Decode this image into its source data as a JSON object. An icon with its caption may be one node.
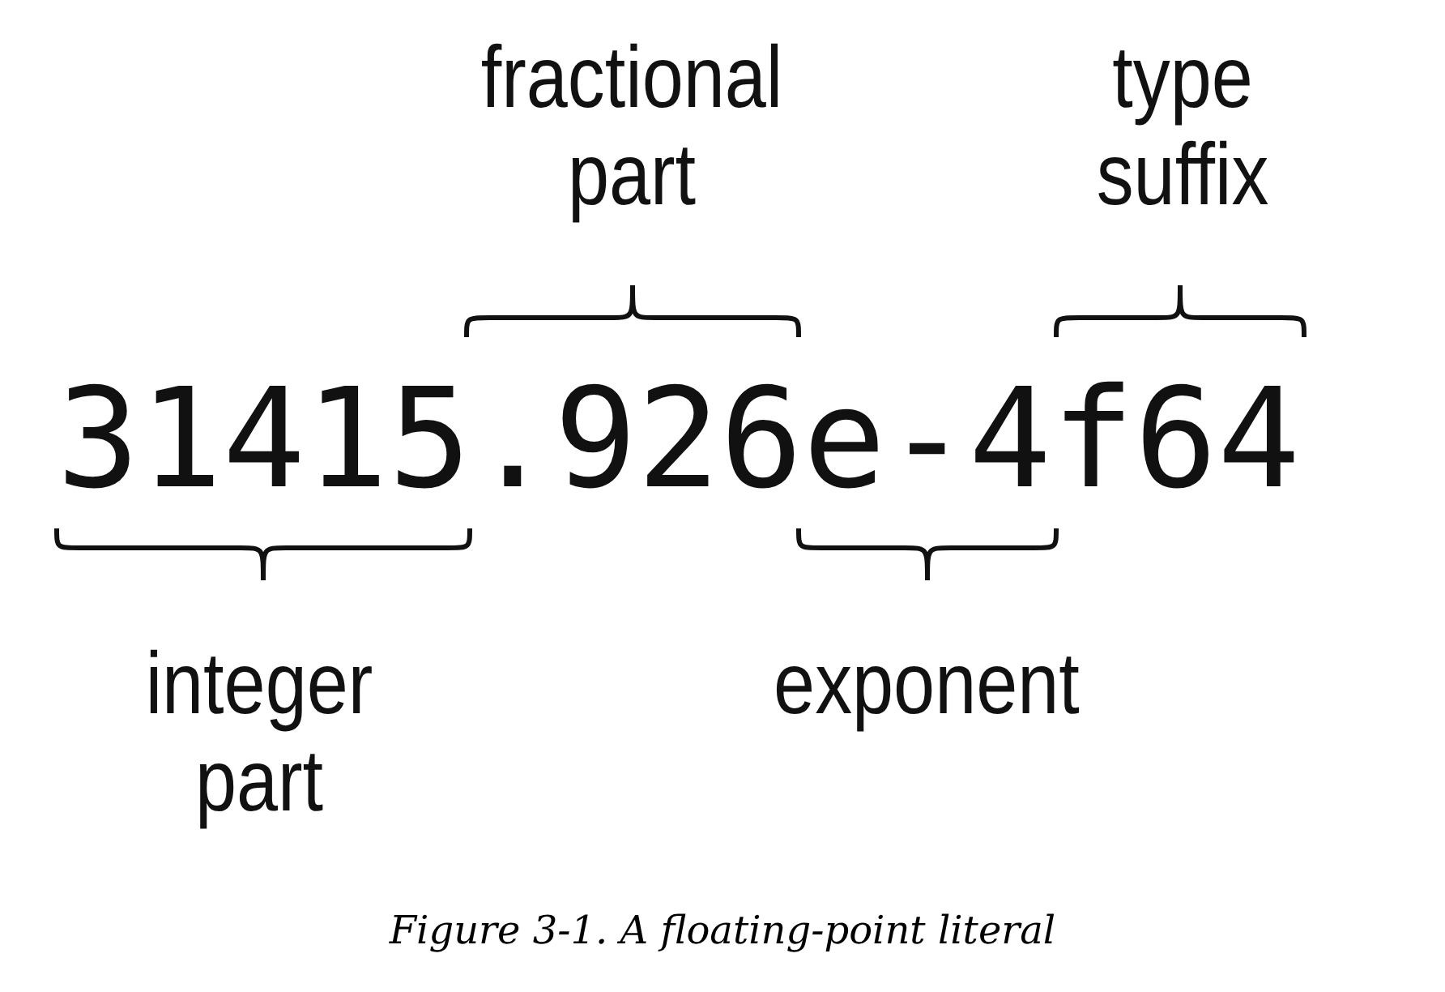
{
  "diagram": {
    "caption": "Figure 3-1. A floating-point literal",
    "labels": [
      "fractional part",
      "type suffix",
      "31415.926e-4f64",
      "integer part",
      "exponent"
    ]
  }
}
